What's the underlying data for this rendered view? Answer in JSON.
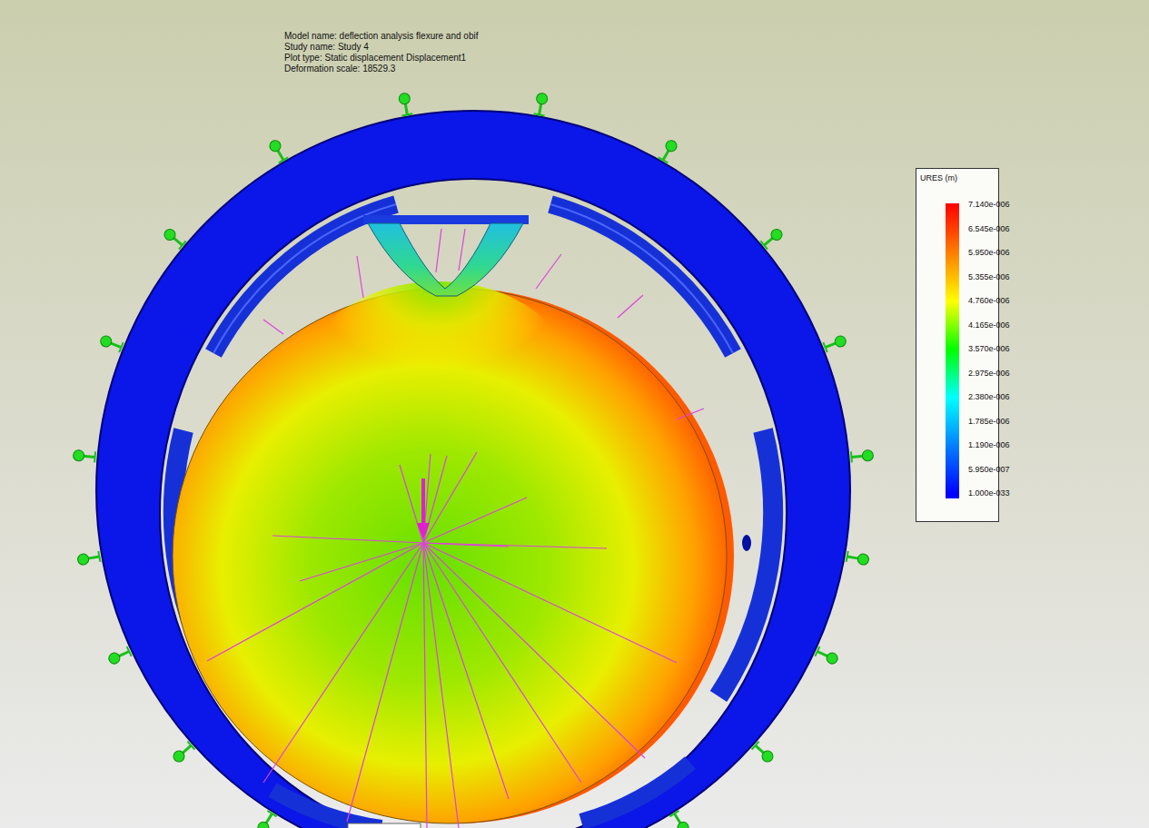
{
  "diagram": {
    "labels": [
      "Model name: deflection analysis flexure and obif",
      "Study name: Study 4",
      "Plot type: Static displacement Displacement1",
      "Deformation scale: 18529.3",
      "URES (m)"
    ],
    "legend": [
      {
        "text": "7.140e-006",
        "color": "#ff0000"
      },
      {
        "text": "6.545e-006",
        "color": "#ff4000"
      },
      {
        "text": "5.950e-006",
        "color": "#ff8000"
      },
      {
        "text": "5.355e-006",
        "color": "#ffc000"
      },
      {
        "text": "4.760e-006",
        "color": "#ffff00"
      },
      {
        "text": "4.165e-006",
        "color": "#80ff00"
      },
      {
        "text": "3.570e-006",
        "color": "#00ff00"
      },
      {
        "text": "2.975e-006",
        "color": "#00ff80"
      },
      {
        "text": "2.380e-006",
        "color": "#00ffff"
      },
      {
        "text": "1.785e-006",
        "color": "#00c0ff"
      },
      {
        "text": "1.190e-006",
        "color": "#0080ff"
      },
      {
        "text": "5.950e-007",
        "color": "#0040ff"
      },
      {
        "text": "1.000e-033",
        "color": "#0000ff"
      }
    ]
  }
}
